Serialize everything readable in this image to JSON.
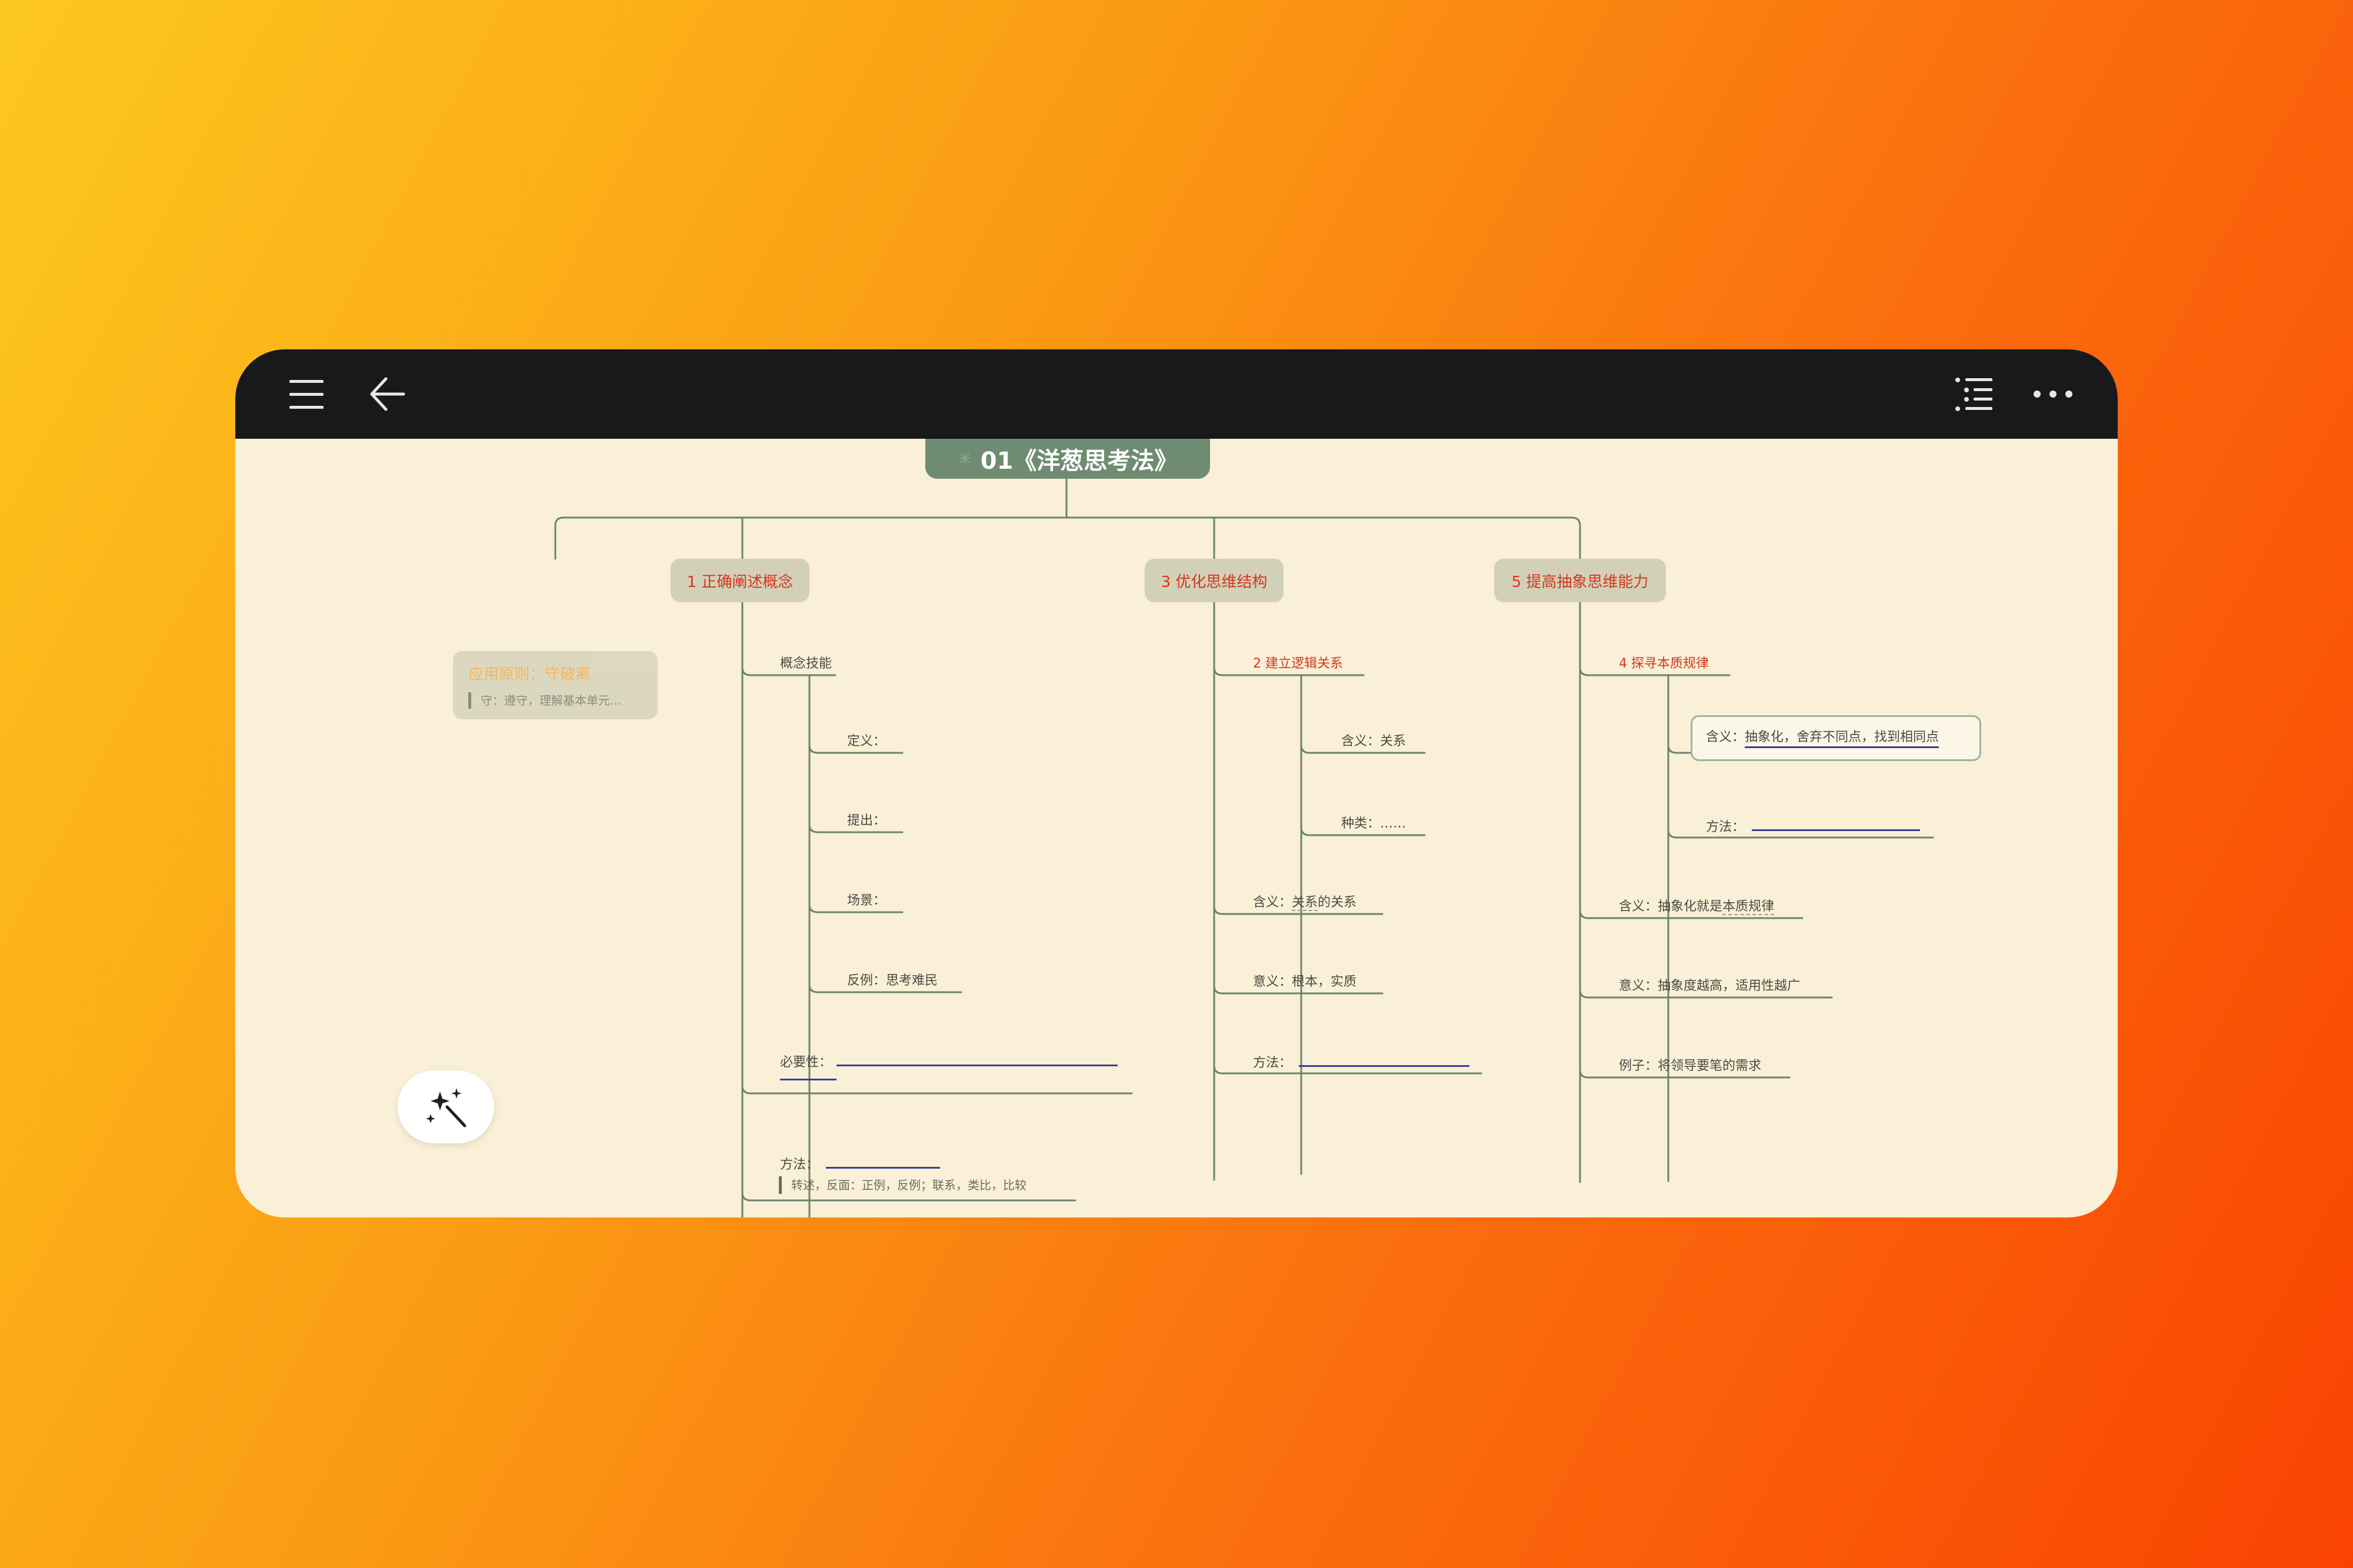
{
  "toolbar": {
    "menu_icon": "hamburger-menu-icon",
    "back_icon": "back-arrow-icon",
    "outline_icon": "outline-list-icon",
    "more_icon": "more-dots-icon"
  },
  "mindmap": {
    "root": "01《洋葱思考法》",
    "ghost_branch": {
      "title": "应用原则：守破离",
      "note": "守：遵守，理解基本单元..."
    },
    "branch1": {
      "title": "1 正确阐述概念",
      "concept_skill": "概念技能",
      "definition": "定义：",
      "propose": "提出：",
      "scene": "场景：",
      "counterexample": "反例：思考难民",
      "necessity": "必要性：",
      "method": "方法：",
      "method_note": "转述，反面：正例，反例；联系，类比，比较"
    },
    "branch3": {
      "title": "3 优化思维结构",
      "logic": "2 建立逻辑关系",
      "meaning_prefix": "含义：",
      "meaning_value": "关系",
      "types": "种类：……",
      "meaning2_prefix": "含义：",
      "meaning2_underlined": "关系",
      "meaning2_suffix": "的关系",
      "significance": "意义：根本，实质",
      "method": "方法："
    },
    "branch5": {
      "title": "5 提高抽象思维能力",
      "essence": "4 探寻本质规律",
      "meaning_prefix": "含义：",
      "meaning_value": "抽象化，舍弃不同点，找到相同点",
      "method": "方法：",
      "meaning2_prefix": "含义：抽象化就是",
      "meaning2_underlined": "本质规律",
      "significance": "意义：抽象度越高，适用性越广",
      "example": "例子：将领导要笔的需求"
    }
  },
  "magic_button": {
    "icon": "magic-wand-sparkles-icon"
  },
  "colors": {
    "canvas": "#f9f0d7",
    "topbar": "#18191b",
    "root_node": "#6f8b72",
    "branch_node": "#d2d1b8",
    "branch_text": "#d5361e",
    "connector": "#6a8470",
    "underline": "#3b3f99"
  }
}
